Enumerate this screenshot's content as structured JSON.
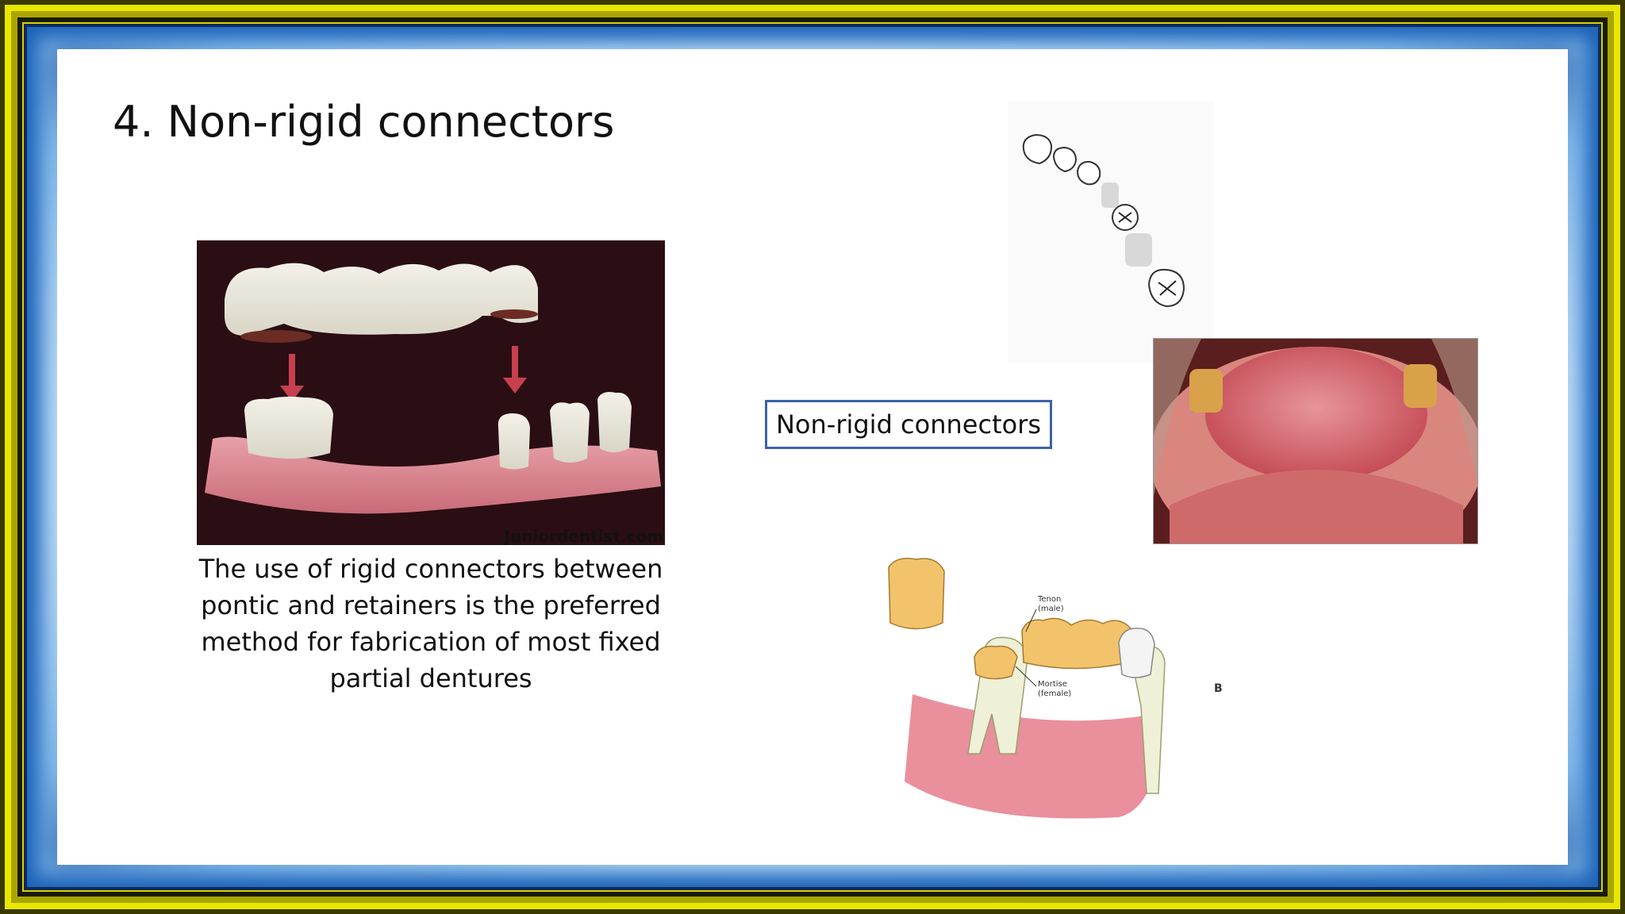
{
  "slide": {
    "title": "4. Non-rigid connectors",
    "caption": "The use of rigid connectors between pontic and retainers is the preferred method for fabrication of most fixed partial dentures",
    "label_box": "Non-rigid connectors"
  },
  "images": {
    "bridge_watermark": "Juniordentist.com",
    "diagram_labels": {
      "tenon": "Tenon (male)",
      "mortise": "Mortise (female)",
      "figure_letter": "B"
    }
  },
  "colors": {
    "outer_border": "#d8d400",
    "inner_border": "#1d63b8",
    "label_border": "#3b63a7"
  }
}
